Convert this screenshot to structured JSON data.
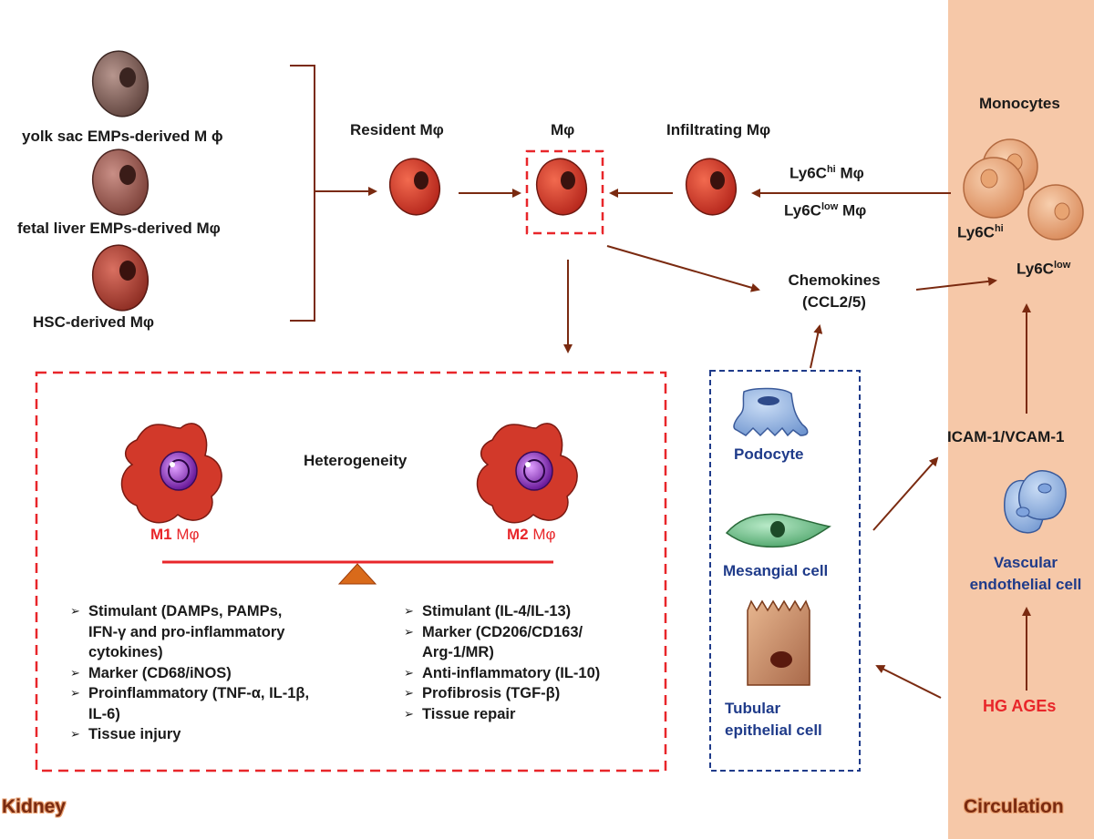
{
  "colors": {
    "arrow": "#7a2a10",
    "macrophage": "#d9422c",
    "circulation_bg": "#f6c8a8",
    "dashed_red": "#e8262a",
    "dashed_blue": "#1f3b8a"
  },
  "regions": {
    "kidney": "Kidney",
    "circulation": "Circulation"
  },
  "origins": {
    "yolk_sac": "yolk sac EMPs-derived M ϕ",
    "fetal_liver": "fetal liver EMPs-derived Mφ",
    "hsc": "HSC-derived Mφ"
  },
  "macrophages": {
    "resident": "Resident Mφ",
    "center": "Mφ",
    "infiltrating": "Infiltrating Mφ"
  },
  "ly6c_labels": {
    "hi_base": "Ly6C",
    "hi_sup": "hi",
    "hi_suffix": " Mφ",
    "low_base": "Ly6C",
    "low_sup": "low",
    "low_suffix": " Mφ"
  },
  "monocytes": {
    "title": "Monocytes",
    "hi_base": "Ly6C",
    "hi_sup": "hi",
    "low_base": "Ly6C",
    "low_sup": "low"
  },
  "chemokines": {
    "line1": "Chemokines",
    "line2": "(CCL2/5)"
  },
  "adhesion": "ICAM-1/VCAM-1",
  "vascular": {
    "line1": "Vascular",
    "line2": "endothelial cell"
  },
  "hg_ages": "HG AGEs",
  "kidney_cells": {
    "podocyte": "Podocyte",
    "mesangial": "Mesangial cell",
    "tubular_line1": "Tubular",
    "tubular_line2": "epithelial cell"
  },
  "polarization": {
    "heterogeneity": "Heterogeneity",
    "m1_bold": "M1",
    "m1_rest": " Mφ",
    "m2_bold": "M2",
    "m2_rest": " Mφ"
  },
  "m1_features": [
    [
      "Stimulant (DAMPs, PAMPs,",
      "IFN-γ and pro-inflammatory",
      "cytokines)"
    ],
    [
      "Marker (CD68/iNOS)"
    ],
    [
      "Proinflammatory (TNF-α, IL-1β,",
      "IL-6)"
    ],
    [
      "Tissue injury"
    ]
  ],
  "m2_features": [
    [
      "Stimulant (IL-4/IL-13)"
    ],
    [
      "Marker (CD206/CD163/",
      "Arg-1/MR)"
    ],
    [
      "Anti-inflammatory (IL-10)"
    ],
    [
      "Profibrosis (TGF-β)"
    ],
    [
      "Tissue repair"
    ]
  ],
  "bullet_glyph": "➢"
}
